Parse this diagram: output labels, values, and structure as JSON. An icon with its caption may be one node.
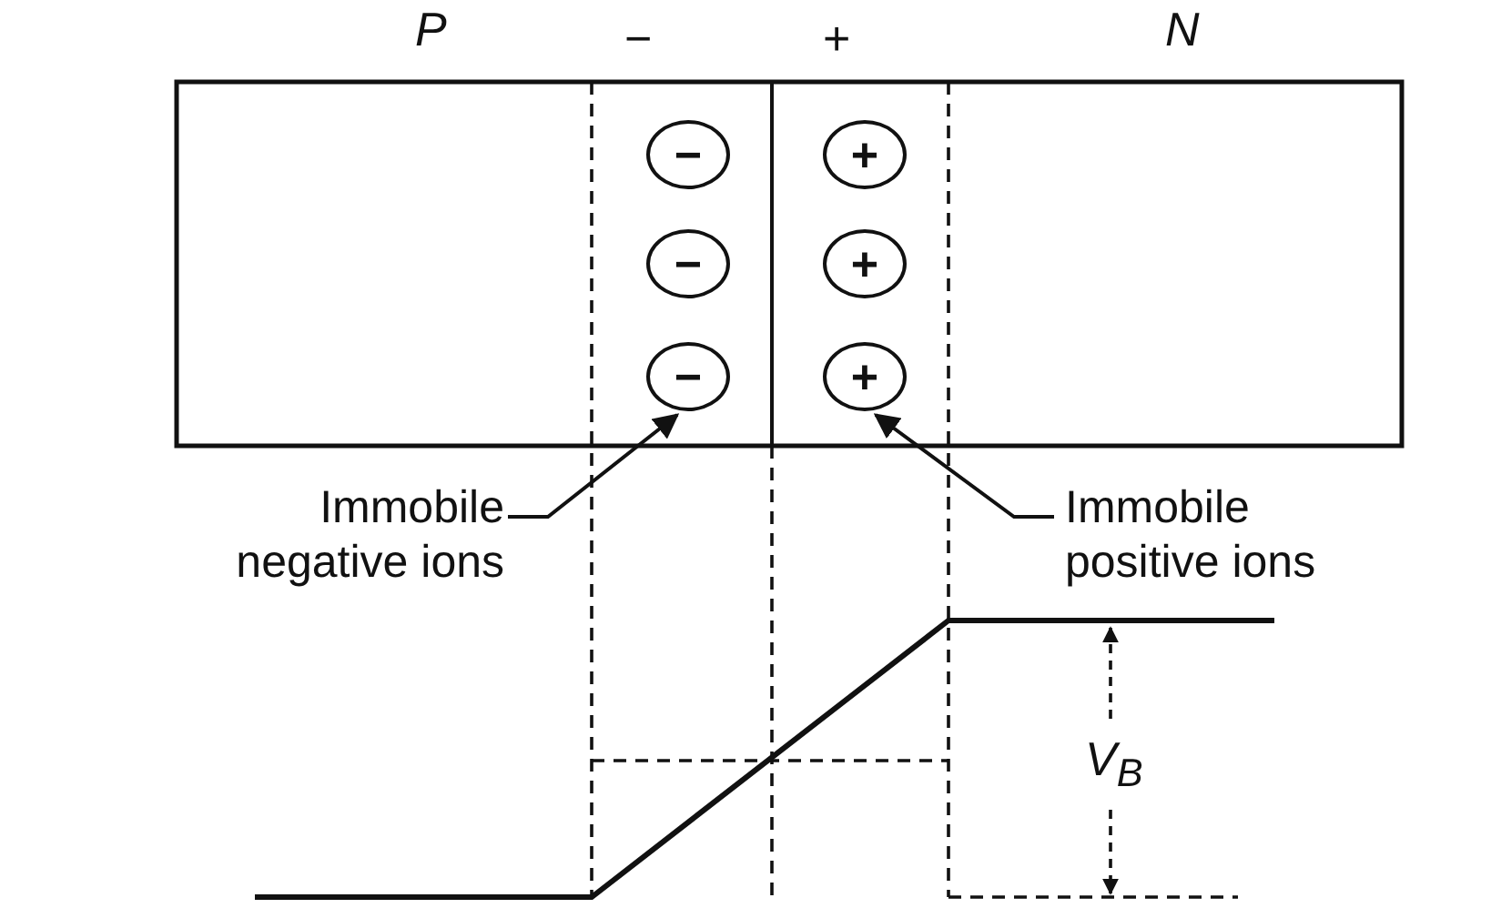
{
  "diagram": {
    "nodes": [
      {
        "text": [
          "−"
        ]
      },
      {
        "text": [
          "+"
        ]
      },
      {
        "text": [
          "−"
        ]
      },
      {
        "text": [
          "+"
        ]
      },
      {
        "text": [
          "−"
        ]
      },
      {
        "text": [
          "+"
        ]
      },
      {
        "text": [
          "Immobile negative ions"
        ]
      },
      {
        "text": [
          "Immobile positive ions"
        ]
      }
    ],
    "edges": [
      {
        "from": 6,
        "to": 4,
        "arrow": "to"
      },
      {
        "from": 7,
        "to": 5,
        "arrow": "to"
      }
    ],
    "labels": [
      "P",
      "−",
      "+",
      "N",
      "V$_{B}$"
    ]
  }
}
